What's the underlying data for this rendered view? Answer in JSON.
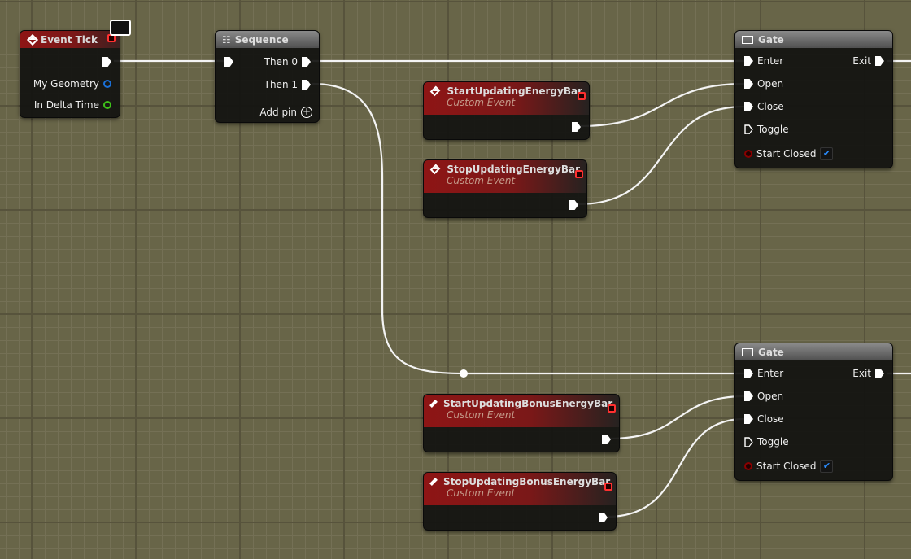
{
  "event_tick": {
    "title": "Event Tick",
    "pins": [
      "My Geometry",
      "In Delta Time"
    ]
  },
  "sequence": {
    "title": "Sequence",
    "pins": [
      "Then 0",
      "Then 1"
    ],
    "add_pin": "Add pin"
  },
  "gates": [
    {
      "title": "Gate",
      "inputs": [
        "Enter",
        "Open",
        "Close",
        "Toggle",
        "Start Closed"
      ],
      "output": "Exit",
      "start_closed": true
    },
    {
      "title": "Gate",
      "inputs": [
        "Enter",
        "Open",
        "Close",
        "Toggle",
        "Start Closed"
      ],
      "output": "Exit",
      "start_closed": true
    }
  ],
  "events": [
    {
      "title": "StartUpdatingEnergyBar",
      "subtitle": "Custom Event"
    },
    {
      "title": "StopUpdatingEnergyBar",
      "subtitle": "Custom Event"
    },
    {
      "title": "StartUpdatingBonusEnergyBar",
      "subtitle": "Custom Event"
    },
    {
      "title": "StopUpdatingBonusEnergyBar",
      "subtitle": "Custom Event"
    }
  ],
  "colors": {
    "geometry_pin": "#1a6fd6",
    "float_pin": "#3ec21a",
    "bool_pin": "#8a0000",
    "event_header": "#8e1515"
  }
}
